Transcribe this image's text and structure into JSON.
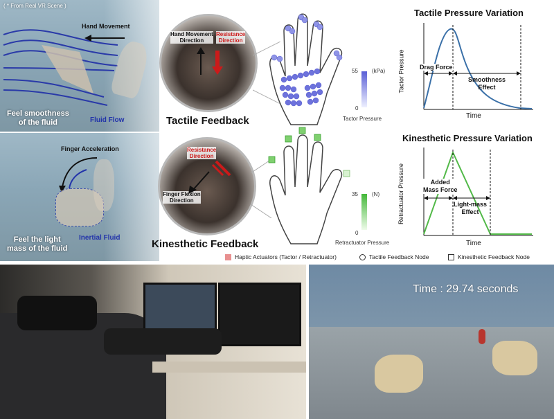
{
  "top_left": {
    "note": "( * From Real VR Scene )",
    "hand_movement": "Hand Movement",
    "feel_smoothness": "Feel smoothness\nof the fluid",
    "fluid_flow": "Fluid Flow",
    "finger_acceleration": "Finger Acceleration",
    "feel_light_mass": "Feel the light\nmass of the fluid",
    "inertial_fluid": "Inertial Fluid"
  },
  "tactile": {
    "circle_label_1": "Hand Movement\nDirection",
    "circle_label_2": "Resistance\nDirection",
    "title": "Tactile Feedback",
    "scale_max": "55",
    "scale_min": "0",
    "scale_unit": "(kPa)",
    "scale_label": "Tactor Pressure",
    "color": "#5a5fd6"
  },
  "kinesthetic": {
    "circle_label_1": "Resistance\nDirection",
    "circle_label_2": "Finger Flexion\nDirection",
    "title": "Kinesthetic Feedback",
    "scale_max": "35",
    "scale_min": "0",
    "scale_unit": "(N)",
    "scale_label": "Retractuator Pressure",
    "color": "#44b83a"
  },
  "charts": {
    "tactile_title": "Tactile Pressure Variation",
    "tactile_ylabel": "Tactor Pressure",
    "tactile_xlabel": "Time",
    "tactile_phase1": "Drag Force",
    "tactile_phase2": "Smoothness\nEffect",
    "kin_title": "Kinesthetic Pressure Variation",
    "kin_ylabel": "Retractuator Pressure",
    "kin_xlabel": "Time",
    "kin_phase1": "Added\nMass Force",
    "kin_phase2": "Light-mass\nEffect"
  },
  "legend": {
    "actuators": "Haptic Actuators (Tactor / Retractuator)",
    "tactile_node": "Tactile Feedback Node",
    "kinesthetic_node": "Kinesthetic Feedback Node",
    "actuator_color": "#e89090"
  },
  "photo_right": {
    "timer": "Time : 29.74 seconds"
  }
}
